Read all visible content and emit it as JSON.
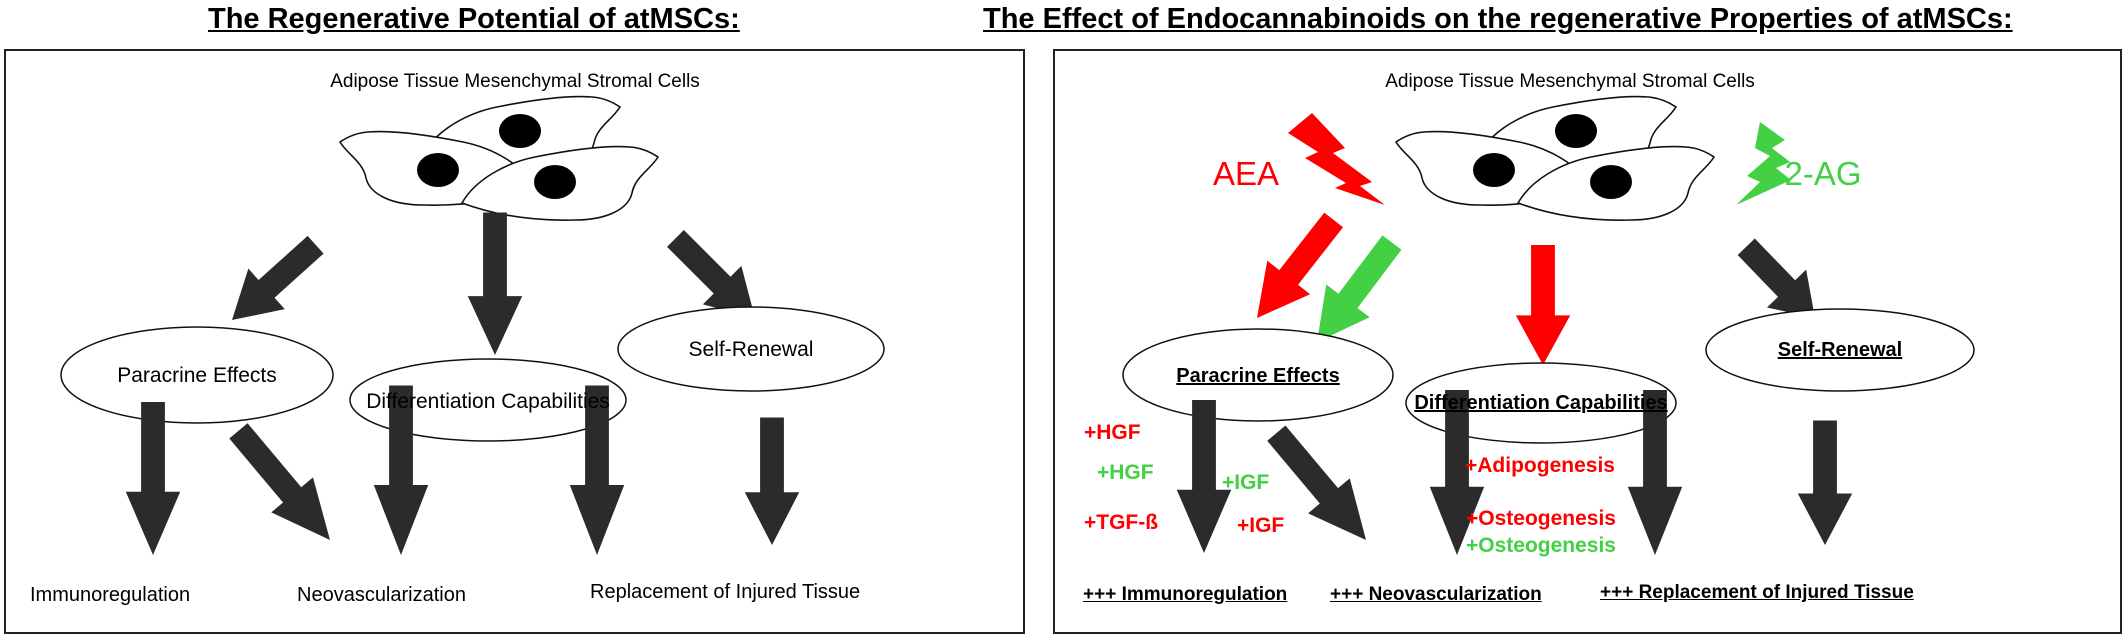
{
  "left": {
    "title": "The Regenerative Potential of atMSCs:",
    "cells_label": "Adipose Tissue Mesenchymal Stromal Cells",
    "paracrine": "Paracrine Effects",
    "differentiation": "Differentiation Capabilities",
    "self_renewal": "Self-Renewal",
    "immunoregulation": "Immunoregulation",
    "neovascularization": "Neovascularization",
    "replacement": "Replacement of Injured Tissue"
  },
  "right": {
    "title": "The Effect of Endocannabinoids on the regenerative Properties of atMSCs:",
    "cells_label": "Adipose Tissue Mesenchymal Stromal Cells",
    "aea": "AEA",
    "two_ag": "2-AG",
    "paracrine": "Paracrine Effects",
    "differentiation": "Differentiation Capabilities",
    "self_renewal": "Self-Renewal",
    "factors": {
      "hgf_red": "+HGF",
      "hgf_green": "+HGF",
      "igf_green": "+IGF",
      "tgf_red": "+TGF-ß",
      "igf_red": "+IGF",
      "adipogenesis_red": "+Adipogenesis",
      "osteogenesis_red": "+Osteogenesis",
      "osteogenesis_green": "+Osteogenesis"
    },
    "immunoregulation": "+++ Immunoregulation",
    "neovascularization": "+++ Neovascularization",
    "replacement": "+++ Replacement of Injured Tissue"
  },
  "colors": {
    "dark_arrow": "#2b2b2b",
    "aea_red": "#ff0000",
    "two_ag_green": "#44d044"
  }
}
